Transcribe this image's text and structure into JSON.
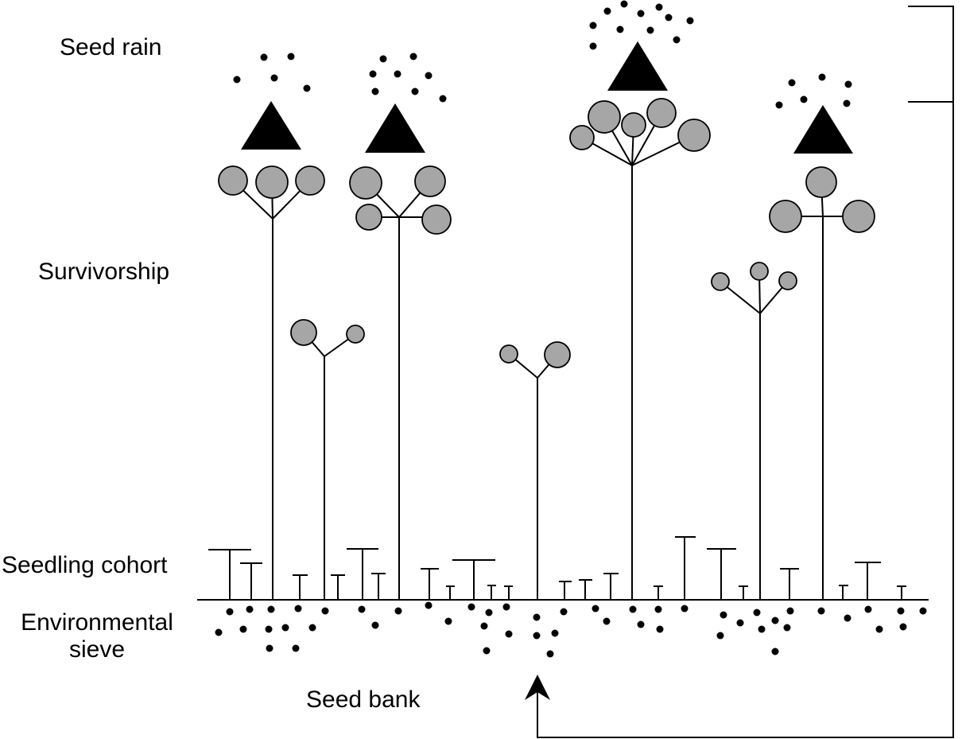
{
  "labels": {
    "seed_rain": "Seed rain",
    "survivorship": "Survivorship",
    "seedling_cohort": "Seedling cohort",
    "environmental_sieve_line1": "Environmental",
    "environmental_sieve_line2": "sieve",
    "seed_bank": "Seed bank"
  },
  "colors": {
    "ink": "#000000",
    "leaf_fill": "#a6a6a6",
    "background": "#ffffff"
  }
}
